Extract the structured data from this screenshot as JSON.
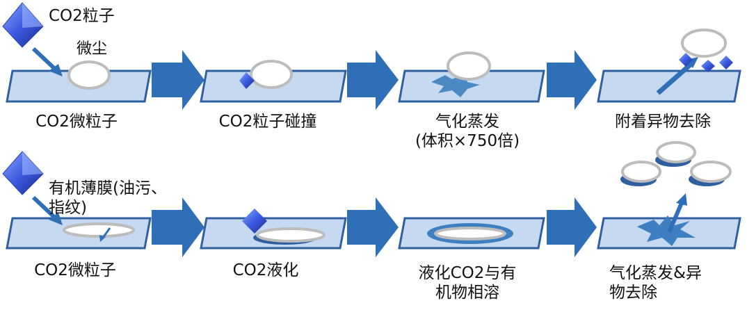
{
  "top": {
    "legend_particle": "CO2粒子",
    "legend_dust": "微尘",
    "steps": [
      {
        "label": "CO2微粒子"
      },
      {
        "label": "CO2粒子碰撞"
      },
      {
        "label_line1": "气化蒸发",
        "label_line2": "(体积×750倍)"
      },
      {
        "label": "附着异物去除"
      }
    ]
  },
  "bottom": {
    "legend_film_line1": "有机薄膜(油污、",
    "legend_film_line2": "指纹)",
    "steps": [
      {
        "label": "CO2微粒子"
      },
      {
        "label": "CO2液化"
      },
      {
        "label_line1": "液化CO2与有",
        "label_line2": "机物相溶"
      },
      {
        "label_line1": "气化蒸发&异",
        "label_line2": "物去除"
      }
    ]
  },
  "colors": {
    "plate_fill": "#c6d9f1",
    "plate_stroke": "#2f5f9e",
    "arrow": "#2e6fb8",
    "ring": "#bcbcbc",
    "particle": "#3f5fe0",
    "splash": "#3d7fc0"
  }
}
